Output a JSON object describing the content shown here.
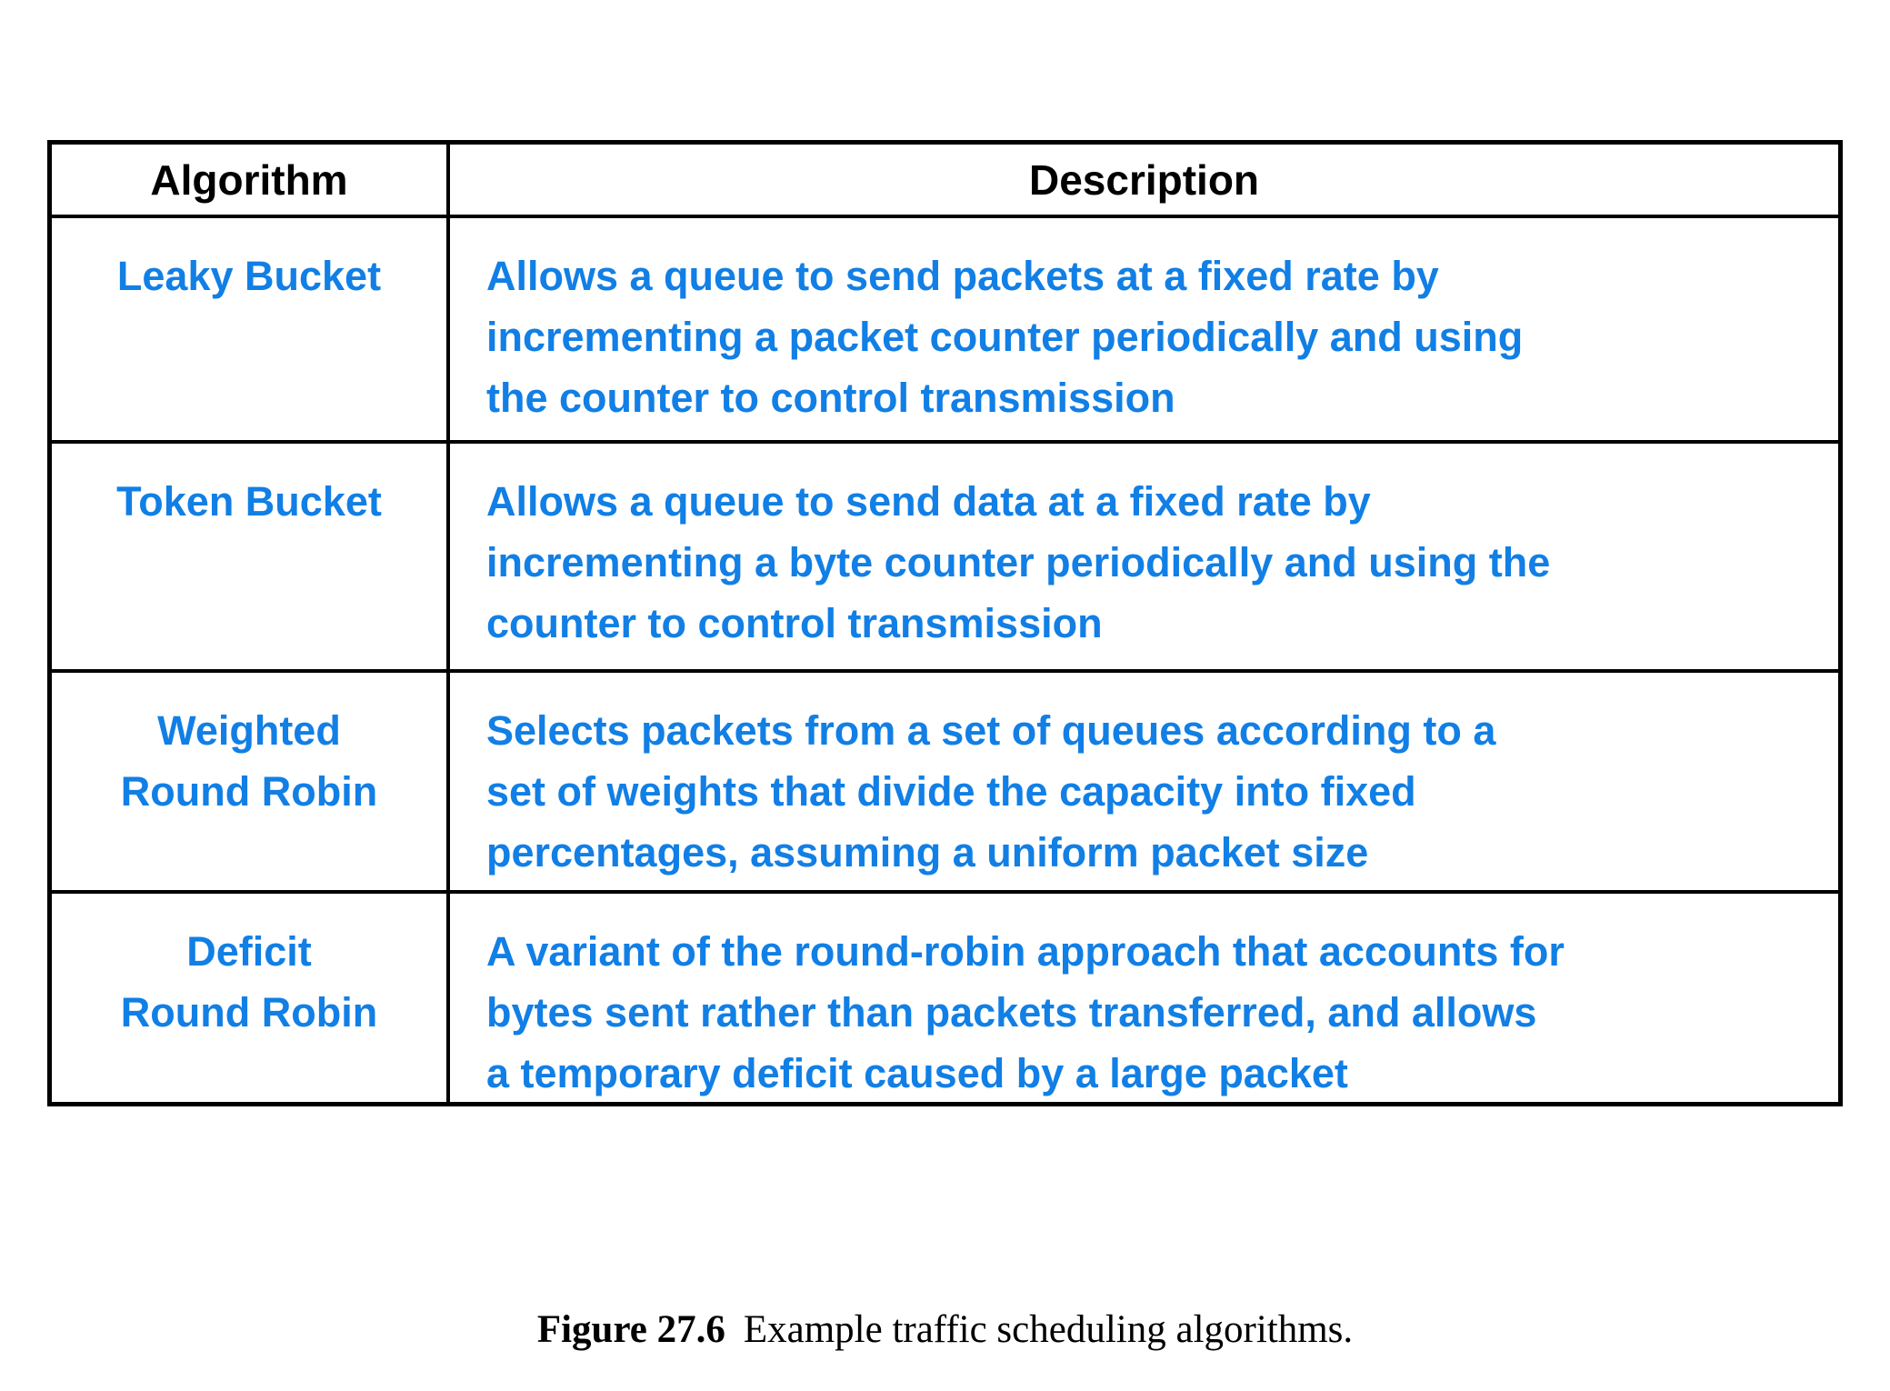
{
  "colors": {
    "table_text_blue": "#117FE5",
    "header_text_black": "#000000",
    "border_black": "#000000",
    "background": "#ffffff"
  },
  "table": {
    "headers": {
      "algorithm": "Algorithm",
      "description": "Description"
    },
    "rows": [
      {
        "algorithm_lines": [
          "Leaky Bucket"
        ],
        "description_lines": [
          "Allows a queue to send packets at a fixed rate by",
          "incrementing a packet counter periodically and using",
          "the counter to control transmission"
        ]
      },
      {
        "algorithm_lines": [
          "Token Bucket"
        ],
        "description_lines": [
          "Allows a queue to send data at a fixed rate by",
          "incrementing a byte counter periodically and using the",
          "counter to control transmission"
        ]
      },
      {
        "algorithm_lines": [
          "Weighted",
          "Round Robin"
        ],
        "description_lines": [
          "Selects packets from a set of queues according to a",
          "set of weights that divide the capacity into fixed",
          "percentages, assuming a uniform packet size"
        ]
      },
      {
        "algorithm_lines": [
          "Deficit",
          "Round Robin"
        ],
        "description_lines": [
          "A variant of the round-robin approach that accounts for",
          "bytes sent rather than packets transferred, and allows",
          "a temporary deficit caused by a large packet"
        ]
      }
    ]
  },
  "caption": {
    "label": "Figure 27.6",
    "text": "Example traffic scheduling algorithms."
  }
}
